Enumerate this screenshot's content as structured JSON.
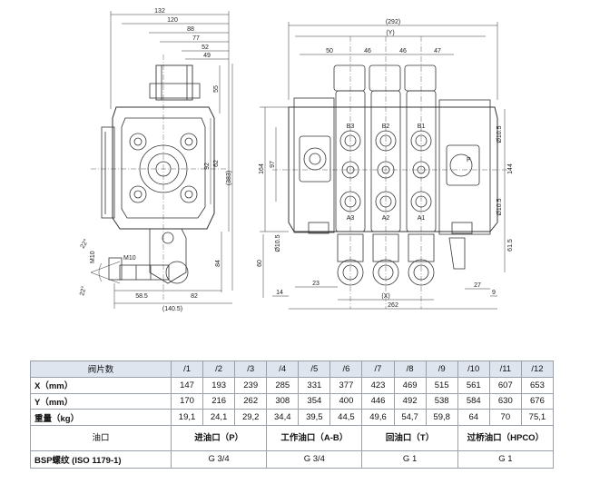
{
  "side_view": {
    "dims": {
      "top": [
        "132",
        "120",
        "88",
        "77",
        "52",
        "49"
      ],
      "right": [
        "55",
        "92",
        "(383)",
        "62",
        "84"
      ],
      "bottom": [
        "58.5",
        "82",
        "(140.5)"
      ],
      "port_angle_top": "22°",
      "port_angle_bottom": "22°",
      "port_label": "M10",
      "port_thread": "M10"
    }
  },
  "front_view": {
    "dims": {
      "top": [
        "(292)",
        "(Y)",
        "50",
        "46",
        "46",
        "47"
      ],
      "left": [
        "164",
        "97",
        "60",
        "Ø10.5"
      ],
      "right": [
        "Ø10.5",
        "144",
        "Ø10.5",
        "61.5"
      ],
      "bottom": [
        "14",
        "23",
        "(X)",
        "27",
        "9",
        "262"
      ]
    },
    "section_labels": [
      "B3",
      "B2",
      "B1",
      "A3",
      "A2",
      "A1"
    ],
    "port_label": "P"
  },
  "table": {
    "header_label": "阀片数",
    "columns": [
      "/1",
      "/2",
      "/3",
      "/4",
      "/5",
      "/6",
      "/7",
      "/8",
      "/9",
      "/10",
      "/11",
      "/12"
    ],
    "rows": [
      {
        "label": "X（mm）",
        "values": [
          "147",
          "193",
          "239",
          "285",
          "331",
          "377",
          "423",
          "469",
          "515",
          "561",
          "607",
          "653"
        ]
      },
      {
        "label": "Y（mm）",
        "values": [
          "170",
          "216",
          "262",
          "308",
          "354",
          "400",
          "446",
          "492",
          "538",
          "584",
          "630",
          "676"
        ]
      },
      {
        "label": "重量（kg）",
        "values": [
          "19,1",
          "24,1",
          "29,2",
          "34,4",
          "39,5",
          "44,5",
          "49,6",
          "54,7",
          "59,8",
          "64",
          "70",
          "75,1"
        ]
      }
    ],
    "ports_row": {
      "label": "油口",
      "groups": [
        "进油口（P）",
        "工作油口（A-B）",
        "回油口（T）",
        "过桥油口（HPCO）"
      ]
    },
    "thread_row": {
      "label": "BSP螺纹 (ISO 1179-1)",
      "values": [
        "G 3/4",
        "G 3/4",
        "G 1",
        "G 1"
      ]
    }
  },
  "colors": {
    "line": "#333333",
    "table_header_bg": "#dfe5ef",
    "table_border": "#9aa0aa"
  }
}
